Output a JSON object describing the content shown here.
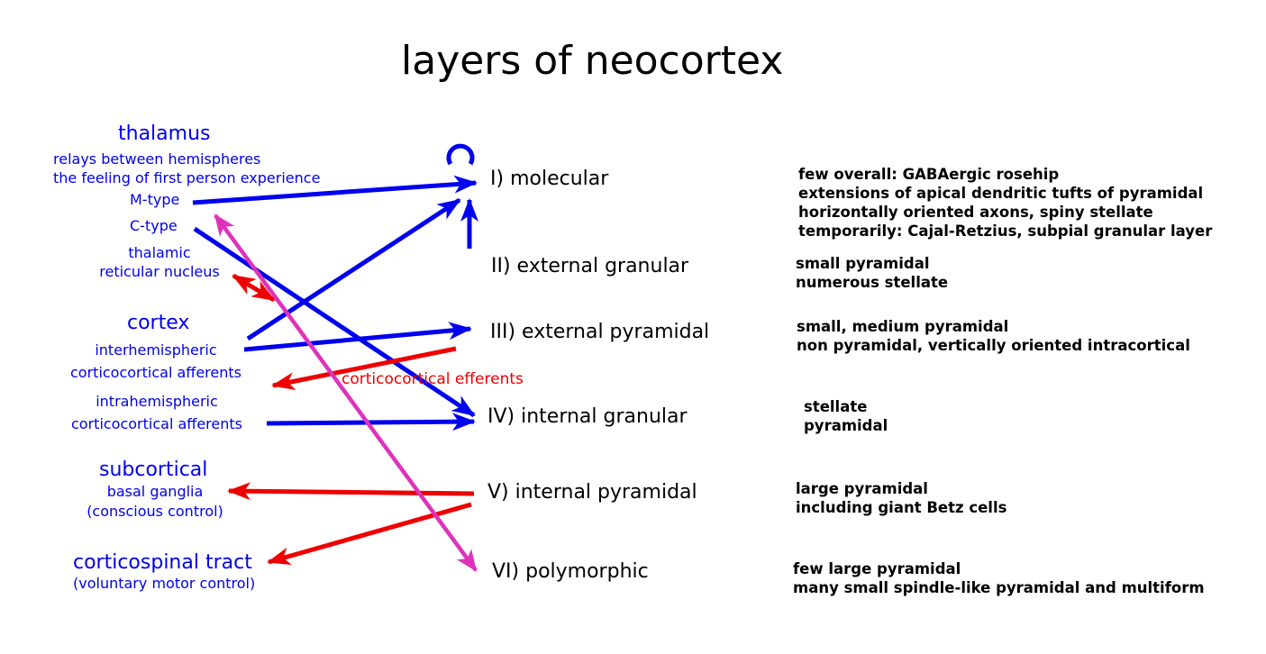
{
  "title": "layers of neocortex",
  "colors": {
    "afferent": "#0000ee",
    "efferent": "#ee0000",
    "feedback": "#dd33bb",
    "text": "#000000",
    "background": "#ffffff"
  },
  "layers": [
    {
      "name": "I) molecular",
      "description": [
        "few overall: GABAergic rosehip",
        "extensions of apical dendritic tufts of pyramidal",
        "horizontally oriented axons, spiny stellate",
        "temporarily: Cajal-Retzius, subpial granular layer"
      ]
    },
    {
      "name": "II) external granular",
      "description": [
        "small pyramidal",
        "numerous stellate"
      ]
    },
    {
      "name": "III) external pyramidal",
      "description": [
        "small, medium pyramidal",
        "non pyramidal, vertically oriented intracortical"
      ]
    },
    {
      "name": "IV) internal granular",
      "description": [
        "stellate",
        "pyramidal"
      ]
    },
    {
      "name": "V) internal pyramidal",
      "description": [
        "large pyramidal",
        "including giant Betz cells"
      ]
    },
    {
      "name": "VI) polymorphic",
      "description": [
        "few large pyramidal",
        "many small spindle-like pyramidal and multiform"
      ]
    }
  ],
  "sources": {
    "thalamus": {
      "heading": "thalamus",
      "lines": [
        "relays between hemispheres",
        "the feeling of first person experience"
      ],
      "m_type": "M-type",
      "c_type": "C-type",
      "reticular": [
        "thalamic",
        "reticular nucleus"
      ]
    },
    "cortex": {
      "heading": "cortex",
      "inter": [
        "interhemispheric",
        "corticocortical afferents"
      ],
      "intra": [
        "intrahemispheric",
        "corticocortical afferents"
      ],
      "efferents_label": "corticocortical efferents"
    },
    "subcortical": {
      "heading": "subcortical",
      "lines": [
        "basal ganglia",
        "(conscious control)"
      ]
    },
    "corticospinal": {
      "heading": "corticospinal tract",
      "lines": [
        "(voluntary motor control)"
      ]
    }
  }
}
